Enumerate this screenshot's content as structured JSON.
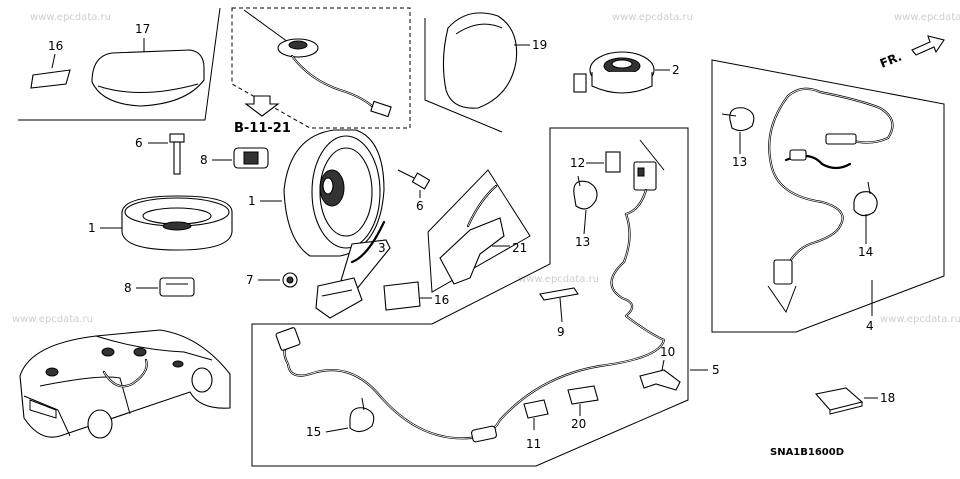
{
  "watermark": "www.epcdata.ru",
  "callouts": {
    "p16a": "16",
    "p17": "17",
    "p19": "19",
    "p2": "2",
    "p6a": "6",
    "p8a": "8",
    "p1a": "1",
    "p1b": "1",
    "p8b": "8",
    "p7": "7",
    "p3": "3",
    "p6b": "6",
    "p12": "12",
    "p13a": "13",
    "p21": "21",
    "p16b": "16",
    "p9": "9",
    "p10": "10",
    "p5": "5",
    "p15": "15",
    "p11": "11",
    "p20": "20",
    "p13b": "13",
    "p14": "14",
    "p4": "4",
    "p18": "18"
  },
  "reference": "B-11-21",
  "direction": "FR.",
  "diagram_code": "SNA1B1600D"
}
